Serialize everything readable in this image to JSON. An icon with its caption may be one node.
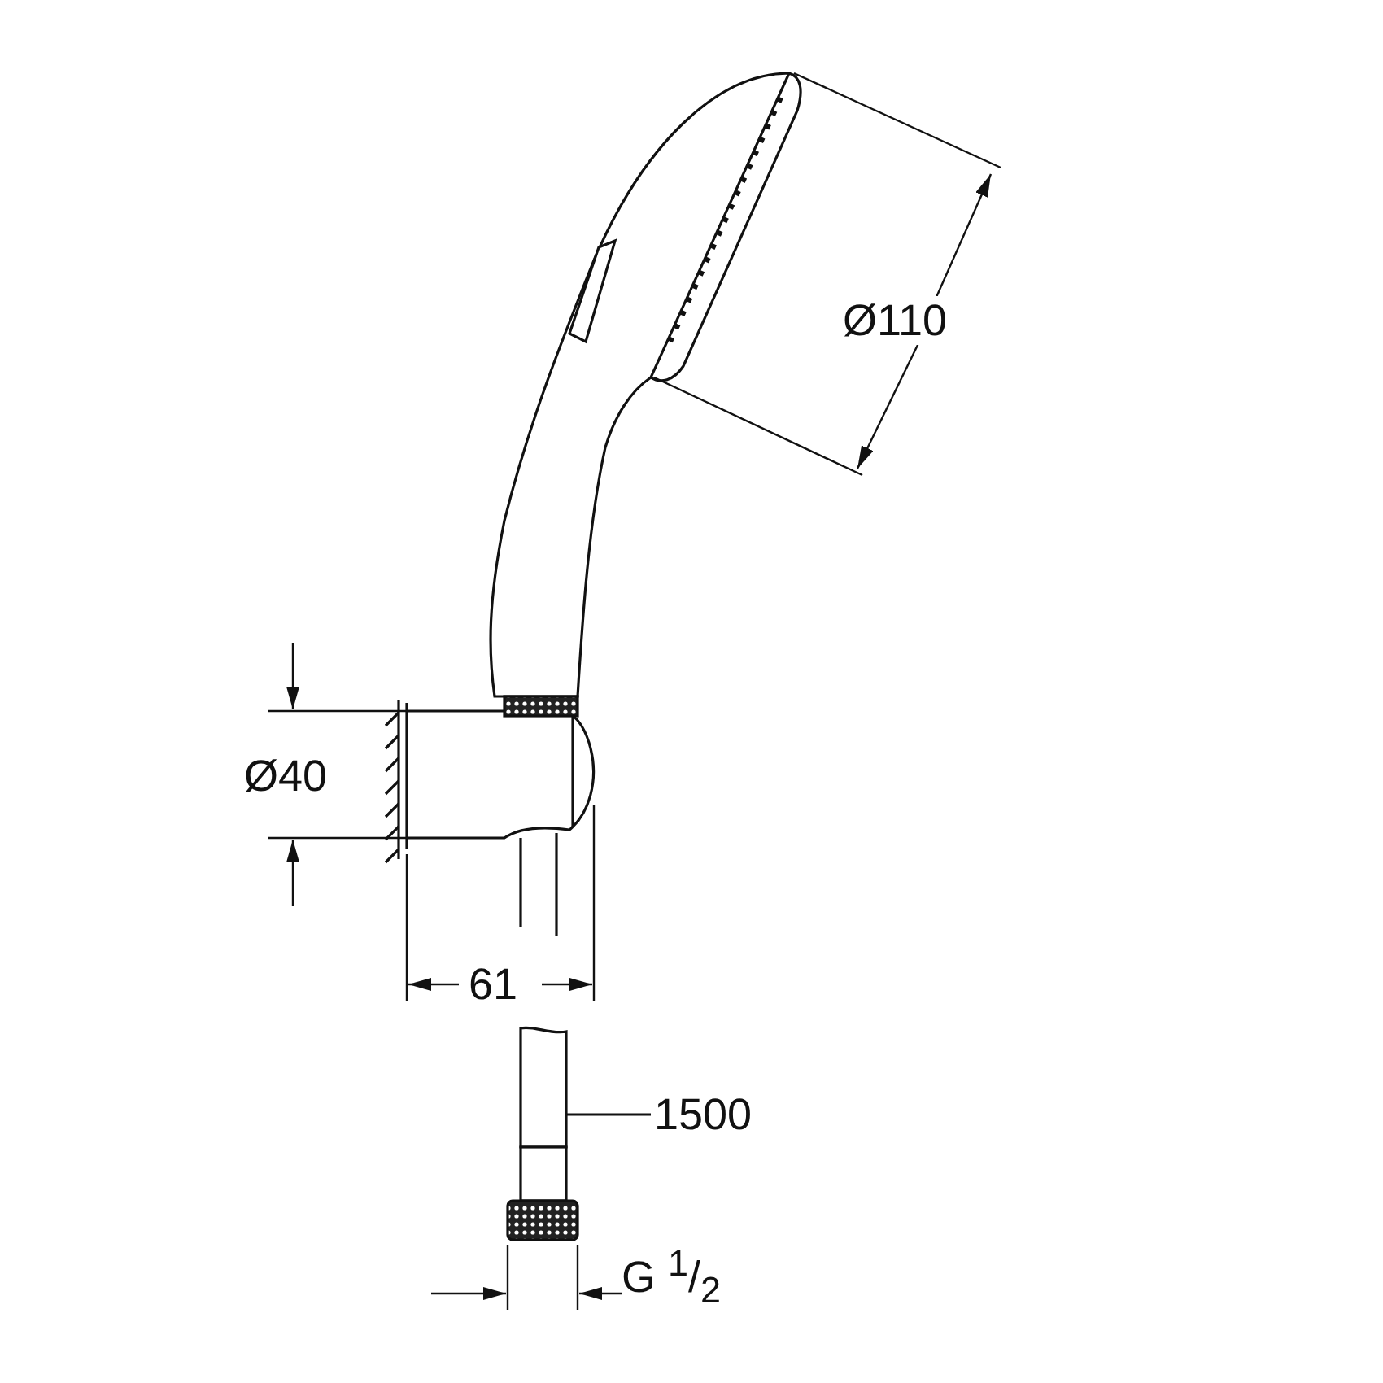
{
  "diagram": {
    "nodes": [
      {
        "text": [
          "1500"
        ]
      },
      {
        "text": [],
        "shape": "picture"
      }
    ],
    "edges": [
      {
        "from": 0,
        "to": 1,
        "arrow": "none"
      }
    ],
    "labels": [
      "Ø110",
      "Ø40",
      "61",
      "G $^{1}$/$_{2}$"
    ]
  }
}
